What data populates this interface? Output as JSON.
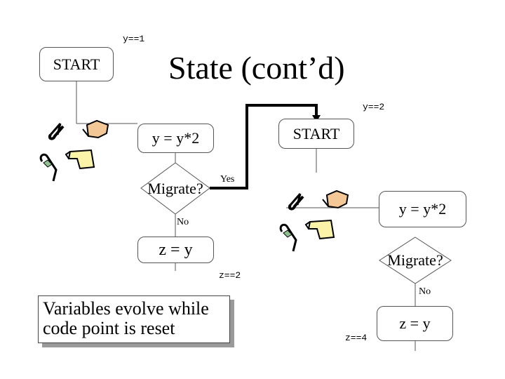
{
  "title": "State (cont’d)",
  "left": {
    "cond_top": "y==1",
    "start": "START",
    "assign": "y = y*2",
    "decision": "Migrate?",
    "yes": "Yes",
    "no": "No",
    "assign2": "z = y",
    "cond_bottom": "z==2"
  },
  "right": {
    "cond_top": "y==2",
    "start": "START",
    "assign": "y = y*2",
    "decision": "Migrate?",
    "no": "No",
    "assign2": "z = y",
    "cond_bottom": "z==4"
  },
  "note": {
    "line1": "Variables evolve while",
    "line2": "code point is reset"
  },
  "icons": [
    "scissors-icon",
    "paper-icon",
    "pencil-icon",
    "scroll-icon"
  ],
  "colors": {
    "paper_fill": "#f4c896",
    "scroll_fill": "#fbf3a8",
    "line": "#555555",
    "arrow": "#000000"
  }
}
